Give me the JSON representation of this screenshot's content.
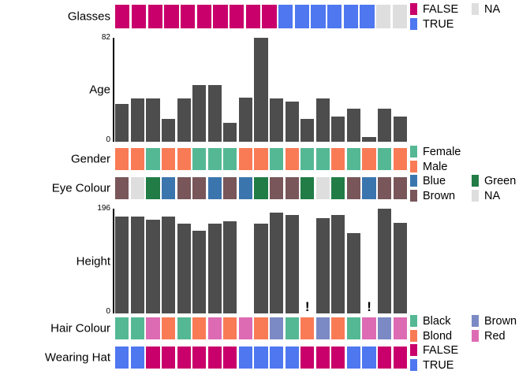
{
  "figure": {
    "type": "combined-variable-overview",
    "n_observations": 19,
    "panels": [
      "Glasses",
      "Age",
      "Gender",
      "Eye Colour",
      "Height",
      "Hair Colour",
      "Wearing Hat"
    ]
  },
  "palette": {
    "false_magenta": "#C9006B",
    "true_blue": "#4E77F0",
    "na_grey": "#DEDEDE",
    "female_green": "#55B894",
    "male_orange": "#F97B56",
    "eye_blue": "#3B75AE",
    "eye_green": "#217C46",
    "eye_brown": "#785659",
    "eye_na": "#DEDEDE",
    "hair_black": "#55B894",
    "hair_blond": "#F97B56",
    "hair_brown": "#7B8AC4",
    "hair_red": "#DD6BB4",
    "bar_grey": "#4d4d4d",
    "axis_black": "#000000"
  },
  "panels": {
    "glasses": {
      "label": "Glasses",
      "values": [
        "FALSE",
        "FALSE",
        "FALSE",
        "FALSE",
        "FALSE",
        "FALSE",
        "FALSE",
        "FALSE",
        "FALSE",
        "FALSE",
        "TRUE",
        "TRUE",
        "TRUE",
        "TRUE",
        "TRUE",
        "TRUE",
        "NA",
        "NA"
      ],
      "legend": {
        "col1": [
          {
            "label": "FALSE",
            "color": "#C9006B"
          },
          {
            "label": "TRUE",
            "color": "#4E77F0"
          }
        ],
        "col2": [
          {
            "label": "NA",
            "color": "#DEDEDE"
          }
        ]
      }
    },
    "age": {
      "label": "Age",
      "axis_max_label": "82",
      "axis_min_label": "0",
      "values": [
        30,
        34,
        34,
        18,
        34,
        45,
        45,
        15,
        35,
        82,
        34,
        32,
        18,
        34,
        20,
        26,
        4,
        26,
        20
      ]
    },
    "gender": {
      "label": "Gender",
      "values": [
        "Male",
        "Male",
        "Female",
        "Male",
        "Male",
        "Female",
        "Female",
        "Female",
        "Male",
        "Male",
        "Female",
        "Male",
        "Female",
        "Female",
        "Male",
        "Female",
        "Male",
        "Female",
        "Male"
      ],
      "legend": {
        "col1": [
          {
            "label": "Female",
            "color": "#55B894"
          },
          {
            "label": "Male",
            "color": "#F97B56"
          }
        ]
      }
    },
    "eye_colour": {
      "label": "Eye Colour",
      "values": [
        "Brown",
        "NA",
        "Green",
        "Blue",
        "Brown",
        "Brown",
        "Blue",
        "Brown",
        "Blue",
        "Green",
        "Brown",
        "Brown",
        "Green",
        "NA",
        "Green",
        "Brown",
        "Blue",
        "Brown",
        "Brown"
      ],
      "legend": {
        "col1": [
          {
            "label": "Blue",
            "color": "#3B75AE"
          },
          {
            "label": "Brown",
            "color": "#785659"
          }
        ],
        "col2": [
          {
            "label": "Green",
            "color": "#217C46"
          },
          {
            "label": "NA",
            "color": "#DEDEDE"
          }
        ]
      }
    },
    "height": {
      "label": "Height",
      "axis_max_label": "196",
      "axis_min_label": "0",
      "values": [
        182,
        182,
        176,
        182,
        168,
        155,
        168,
        172,
        null,
        168,
        188,
        184,
        null,
        178,
        184,
        150,
        null,
        196,
        170
      ],
      "missing_marker": "!"
    },
    "hair_colour": {
      "label": "Hair Colour",
      "values": [
        "Black",
        "Black",
        "Red",
        "Blond",
        "Black",
        "Blond",
        "Red",
        "Blond",
        "Red",
        "Blond",
        "Brown",
        "Black",
        "Blond",
        "Brown",
        "Blond",
        "Black",
        "Red",
        "Brown",
        "Red"
      ],
      "legend": {
        "col1": [
          {
            "label": "Black",
            "color": "#55B894"
          },
          {
            "label": "Blond",
            "color": "#F97B56"
          }
        ],
        "col2": [
          {
            "label": "Brown",
            "color": "#7B8AC4"
          },
          {
            "label": "Red",
            "color": "#DD6BB4"
          }
        ]
      }
    },
    "wearing_hat": {
      "label": "Wearing Hat",
      "values": [
        "TRUE",
        "TRUE",
        "FALSE",
        "FALSE",
        "FALSE",
        "FALSE",
        "FALSE",
        "FALSE",
        "TRUE",
        "TRUE",
        "TRUE",
        "TRUE",
        "FALSE",
        "FALSE",
        "FALSE",
        "TRUE",
        "TRUE",
        "FALSE",
        "FALSE"
      ],
      "legend": {
        "col1": [
          {
            "label": "FALSE",
            "color": "#C9006B"
          },
          {
            "label": "TRUE",
            "color": "#4E77F0"
          }
        ]
      }
    }
  }
}
